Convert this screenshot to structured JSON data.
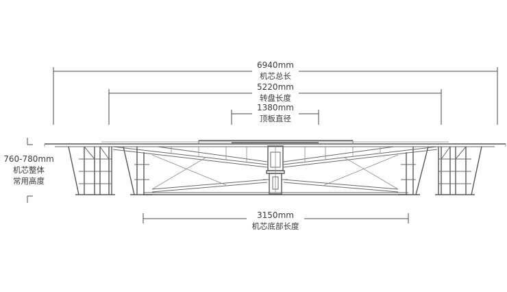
{
  "dimensions": {
    "total_length": {
      "value": "6940mm",
      "label": "机芯总长"
    },
    "turntable_length": {
      "value": "5220mm",
      "label": "转盘长度"
    },
    "top_plate_diameter": {
      "value": "1380mm",
      "label": "顶板直径"
    },
    "base_length": {
      "value": "3150mm",
      "label": "机芯底部长度"
    },
    "height": {
      "value": "760-780mm",
      "line1": "机芯整体",
      "line2": "常用高度"
    }
  },
  "colors": {
    "line": "#4a4a4a",
    "frame": "#666666",
    "text": "#3a3a3a",
    "background": "#ffffff"
  }
}
